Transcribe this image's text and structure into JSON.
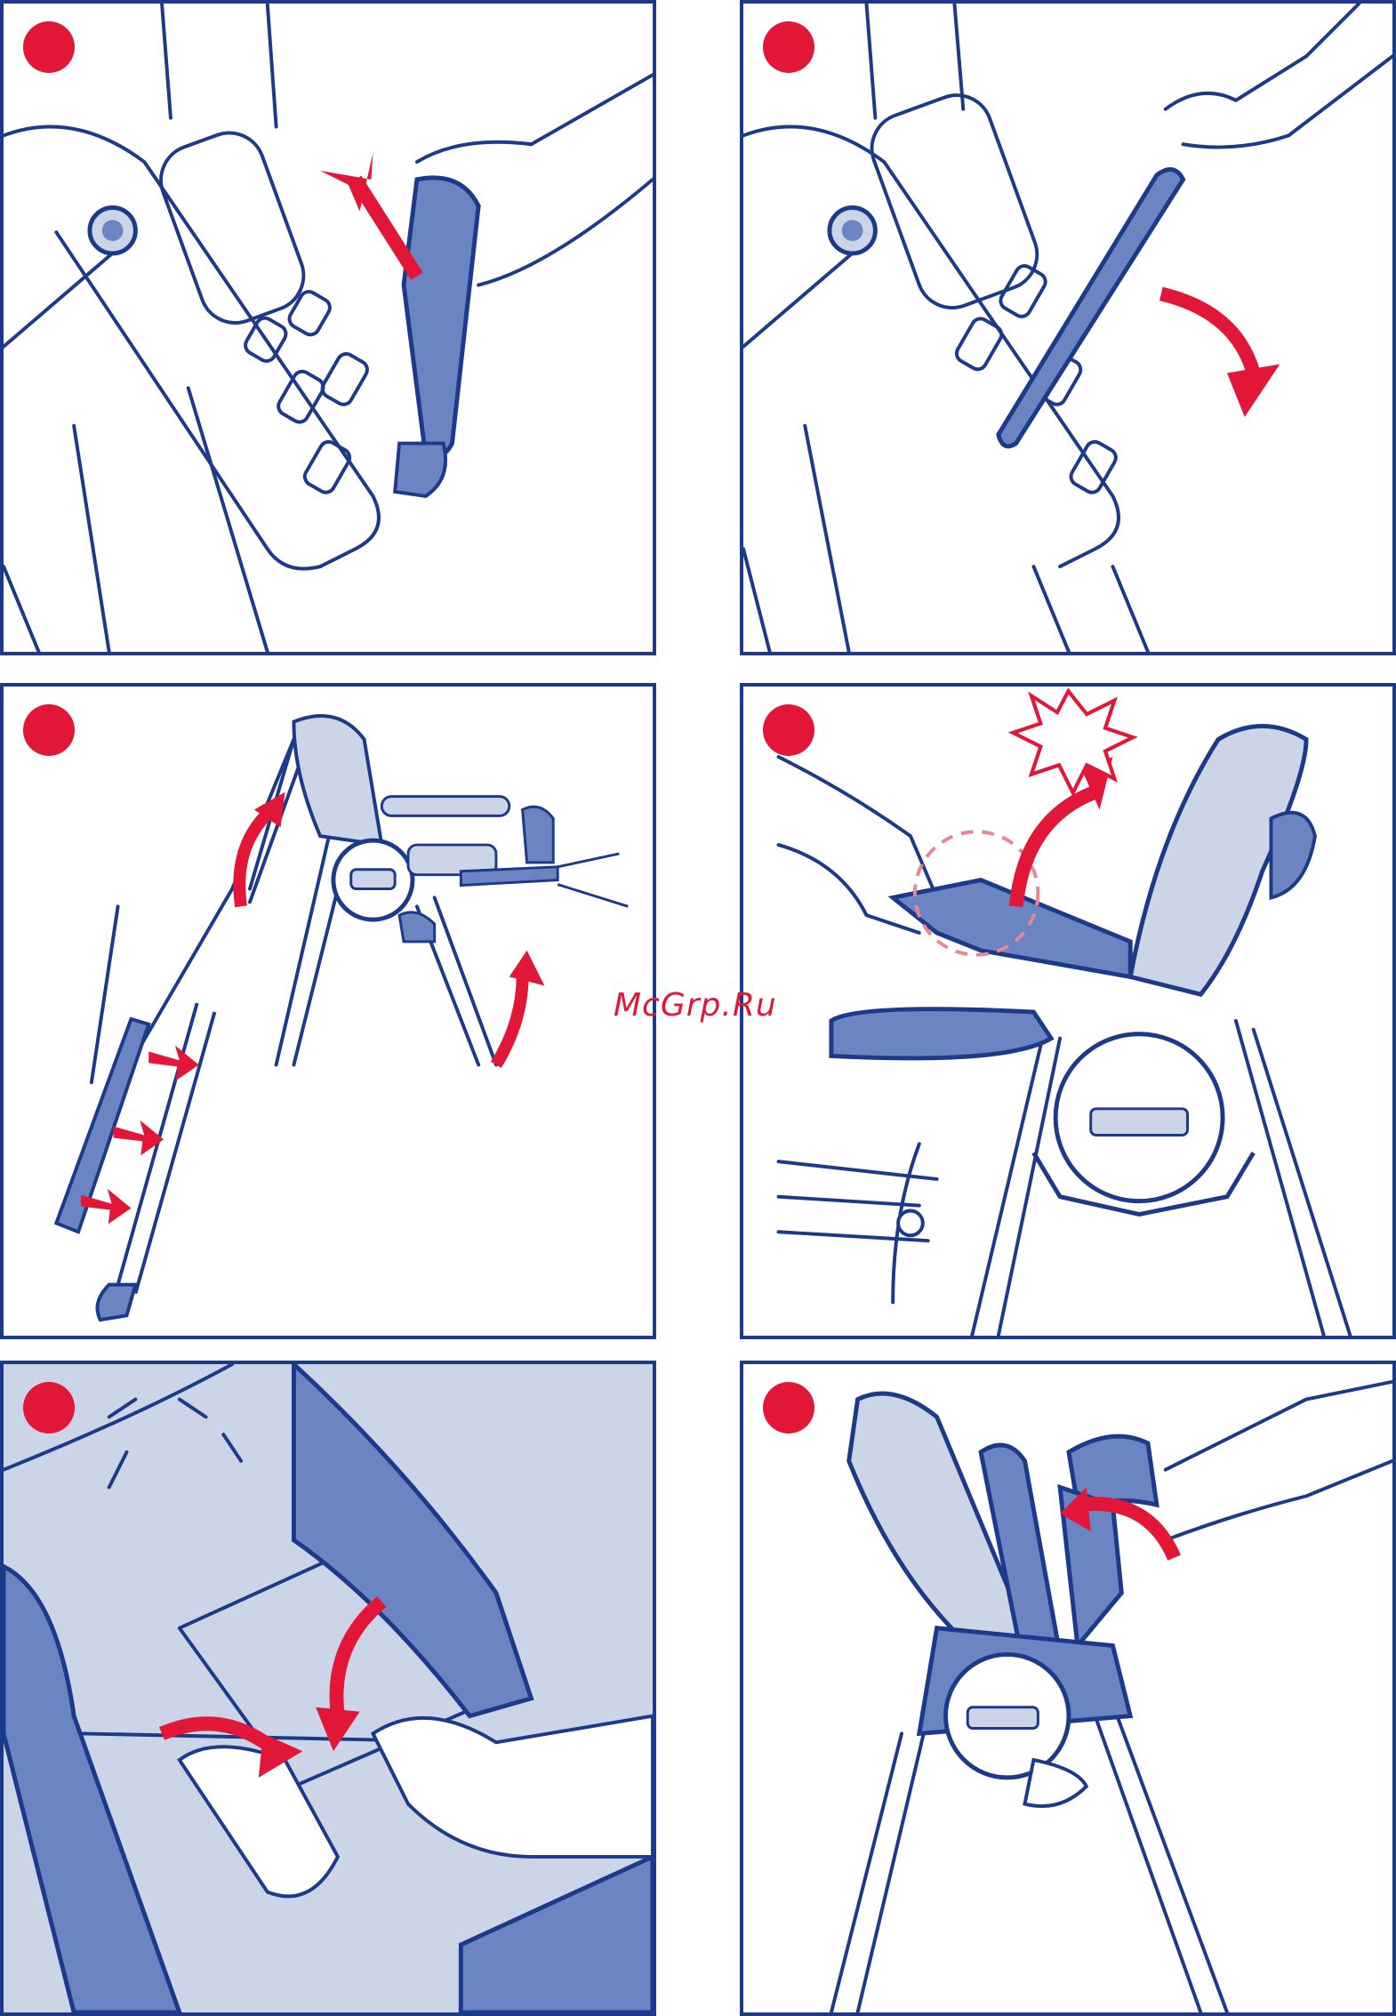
{
  "watermark": "McGrp.Ru",
  "colors": {
    "outline": "#1d3a8a",
    "fill_mid": "#6b85c2",
    "fill_light": "#ccd5e8",
    "accent": "#e21737",
    "accent_light": "#e8878f",
    "background": "#ffffff"
  },
  "panels": [
    {
      "id": "panel-1",
      "icon": "step-marker-dot"
    },
    {
      "id": "panel-2",
      "icon": "step-marker-dot"
    },
    {
      "id": "panel-3",
      "icon": "step-marker-dot"
    },
    {
      "id": "panel-4",
      "icon": "step-marker-dot"
    },
    {
      "id": "panel-5",
      "icon": "step-marker-dot"
    },
    {
      "id": "panel-6",
      "icon": "step-marker-dot"
    }
  ]
}
